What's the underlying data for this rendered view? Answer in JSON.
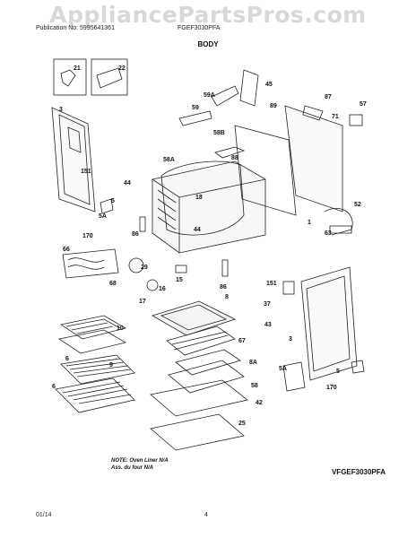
{
  "watermark": "AppliancePartsPros.com",
  "header": {
    "publication": "Publication No: 5995641361",
    "model": "FGEF3030PFA"
  },
  "section_title": "BODY",
  "callouts": [
    "21",
    "22",
    "45",
    "59A",
    "89",
    "87",
    "57",
    "71",
    "3",
    "59",
    "58B",
    "88",
    "151",
    "44",
    "58A",
    "18",
    "5",
    "5A",
    "170",
    "86",
    "44",
    "52",
    "63",
    "1",
    "66",
    "29",
    "15",
    "68",
    "16",
    "17",
    "86",
    "151",
    "8",
    "37",
    "43",
    "3",
    "10",
    "67",
    "9",
    "8A",
    "6",
    "58",
    "5A",
    "5",
    "170",
    "6",
    "42",
    "25"
  ],
  "note_line1": "NOTE: Oven Liner N/A",
  "note_line2": "Ass. du four N/A",
  "model_code": "VFGEF3030PFA",
  "footer": {
    "date": "01/14",
    "page": "4"
  }
}
